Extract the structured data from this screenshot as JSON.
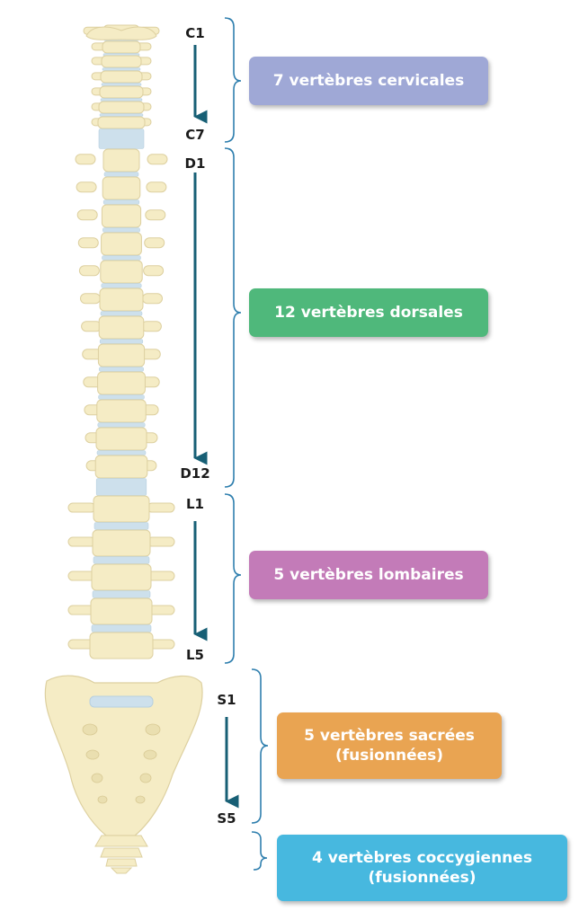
{
  "colors": {
    "bone": "#f5ecc5",
    "bone_stroke": "#ddd0a0",
    "disc": "#cde0ec",
    "arrow": "#175f75",
    "bracket": "#2f7fae",
    "cervicales": "#9fa8d6",
    "dorsales": "#4fb87b",
    "lombaires": "#c37bb8",
    "sacrees": "#e9a452",
    "coccygiennes": "#47b8df"
  },
  "labels": {
    "c1": "C1",
    "c7": "C7",
    "d1": "D1",
    "d12": "D12",
    "l1": "L1",
    "l5": "L5",
    "s1": "S1",
    "s5": "S5"
  },
  "regions": {
    "cervicales": {
      "line1": "7 vertèbres cervicales",
      "line2": ""
    },
    "dorsales": {
      "line1": "12 vertèbres dorsales",
      "line2": ""
    },
    "lombaires": {
      "line1": "5 vertèbres lombaires",
      "line2": ""
    },
    "sacrees": {
      "line1": "5 vertèbres sacrées",
      "line2": "(fusionnées)"
    },
    "coccygiennes": {
      "line1": "4 vertèbres coccygiennes",
      "line2": "(fusionnées)"
    }
  }
}
